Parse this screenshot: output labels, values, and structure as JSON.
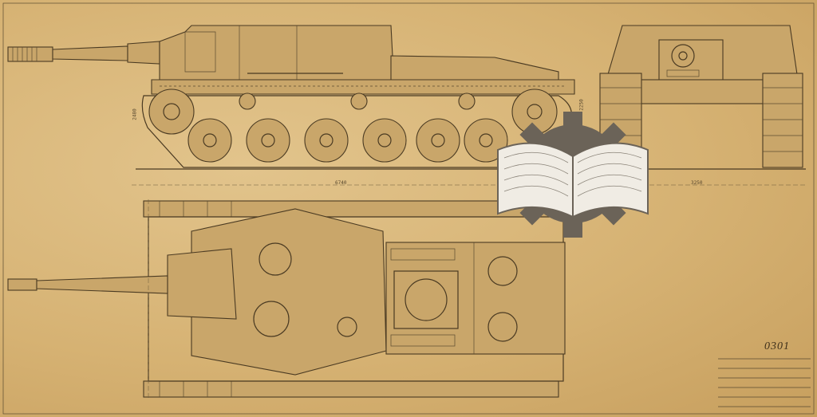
{
  "sheet_number": "0301",
  "dimensions": {
    "length_side": "6740",
    "height_side": "2480",
    "width_front": "3250",
    "height_front": "2250"
  },
  "colors": {
    "paper": "#d9b57a",
    "ink": "#4a3a22",
    "logo_gear": "#6b6358",
    "logo_book": "#e8e4dc"
  },
  "logo": {
    "icon": "open-book-on-gear-icon"
  }
}
